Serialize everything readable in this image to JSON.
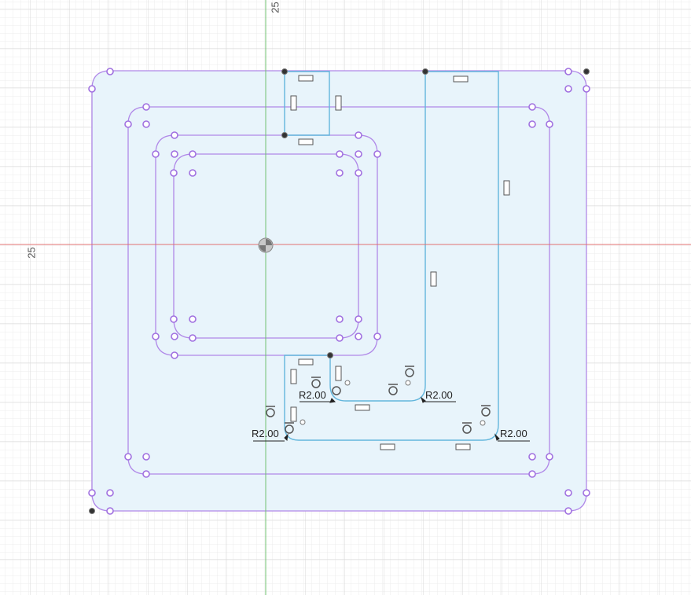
{
  "axis_labels": {
    "vertical_axis_value": "25",
    "horizontal_axis_value": "25"
  },
  "dimensions": [
    {
      "id": "dim-1",
      "text": "R2.00"
    },
    {
      "id": "dim-2",
      "text": "R2.00"
    },
    {
      "id": "dim-3",
      "text": "R2.00"
    },
    {
      "id": "dim-4",
      "text": "R2.00"
    }
  ],
  "colors": {
    "sketch_profile": "#b088e8",
    "selected_profile": "#62b6dc",
    "fill": "#e8f4fb",
    "grid_minor": "#eeeeee",
    "grid_major": "#dcdcdc",
    "axis_x": "#e07070",
    "axis_y": "#70c070"
  }
}
